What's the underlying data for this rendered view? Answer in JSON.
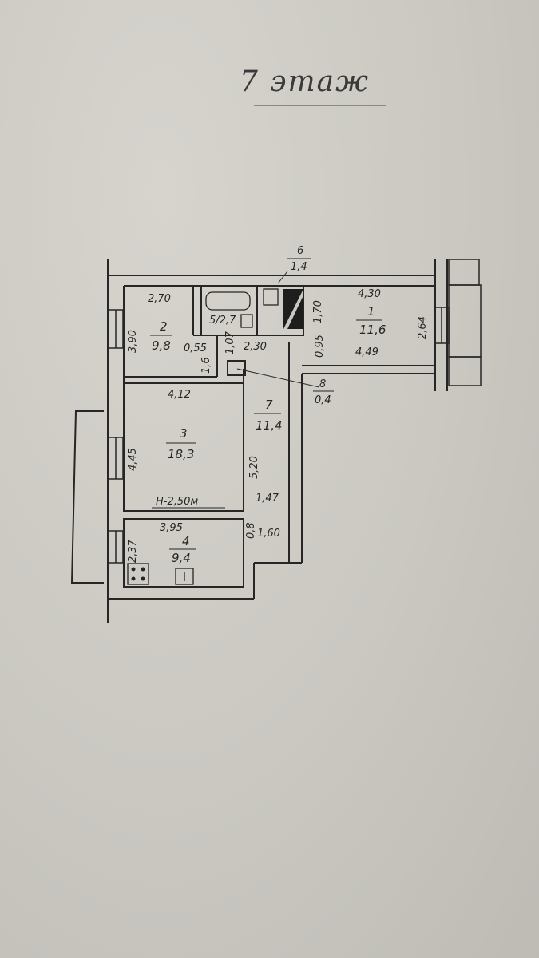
{
  "title": "7 этаж",
  "rooms": {
    "r1": {
      "num": "1",
      "area": "11,6"
    },
    "r2": {
      "num": "2",
      "area": "9,8"
    },
    "r3": {
      "num": "3",
      "area": "18,3"
    },
    "r4": {
      "num": "4",
      "area": "9,4"
    },
    "r5": {
      "label": "5/2,7"
    },
    "r6": {
      "num": "6",
      "area": "1,4"
    },
    "r7": {
      "num": "7",
      "area": "11,4"
    },
    "r8": {
      "num": "8",
      "area": "0,4"
    }
  },
  "dims": {
    "d_270": "2,70",
    "d_390": "3,90",
    "d_055": "0,55",
    "d_107": "1,07",
    "d_230": "2,30",
    "d_16": "1,6",
    "d_170": "1,70",
    "d_095": "0,95",
    "d_430": "4,30",
    "d_449": "4,49",
    "d_264": "2,64",
    "d_412": "4,12",
    "d_445": "4,45",
    "d_520": "5,20",
    "d_147": "1,47",
    "d_height": "Н-2,50м",
    "d_395": "3,95",
    "d_237": "2,37",
    "d_08": "0,8",
    "d_160": "1,60"
  },
  "colors": {
    "ink": "#262626",
    "paper": "#cbc9c2"
  }
}
